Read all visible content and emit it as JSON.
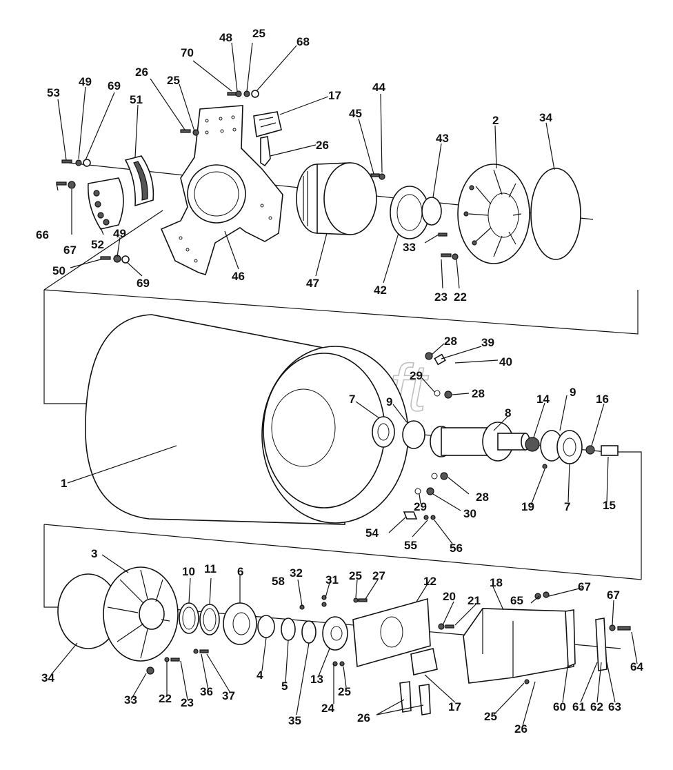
{
  "watermark": "AutoSoft",
  "callouts": [
    {
      "id": "c-48",
      "text": "48"
    },
    {
      "id": "c-25a",
      "text": "25"
    },
    {
      "id": "c-70",
      "text": "70"
    },
    {
      "id": "c-68",
      "text": "68"
    },
    {
      "id": "c-26a",
      "text": "26"
    },
    {
      "id": "c-25b",
      "text": "25"
    },
    {
      "id": "c-53",
      "text": "53"
    },
    {
      "id": "c-49a",
      "text": "49"
    },
    {
      "id": "c-69a",
      "text": "69"
    },
    {
      "id": "c-51",
      "text": "51"
    },
    {
      "id": "c-17a",
      "text": "17"
    },
    {
      "id": "c-26b",
      "text": "26"
    },
    {
      "id": "c-44",
      "text": "44"
    },
    {
      "id": "c-45",
      "text": "45"
    },
    {
      "id": "c-43",
      "text": "43"
    },
    {
      "id": "c-2",
      "text": "2"
    },
    {
      "id": "c-34a",
      "text": "34"
    },
    {
      "id": "c-66",
      "text": "66"
    },
    {
      "id": "c-67a",
      "text": "67"
    },
    {
      "id": "c-52",
      "text": "52"
    },
    {
      "id": "c-49b",
      "text": "49"
    },
    {
      "id": "c-50",
      "text": "50"
    },
    {
      "id": "c-69b",
      "text": "69"
    },
    {
      "id": "c-46",
      "text": "46"
    },
    {
      "id": "c-47",
      "text": "47"
    },
    {
      "id": "c-42",
      "text": "42"
    },
    {
      "id": "c-33a",
      "text": "33"
    },
    {
      "id": "c-23a",
      "text": "23"
    },
    {
      "id": "c-22a",
      "text": "22"
    },
    {
      "id": "c-28a",
      "text": "28"
    },
    {
      "id": "c-39",
      "text": "39"
    },
    {
      "id": "c-40",
      "text": "40"
    },
    {
      "id": "c-29a",
      "text": "29"
    },
    {
      "id": "c-28b",
      "text": "28"
    },
    {
      "id": "c-7a",
      "text": "7"
    },
    {
      "id": "c-9a",
      "text": "9"
    },
    {
      "id": "c-8",
      "text": "8"
    },
    {
      "id": "c-14",
      "text": "14"
    },
    {
      "id": "c-9b",
      "text": "9"
    },
    {
      "id": "c-16",
      "text": "16"
    },
    {
      "id": "c-1",
      "text": "1"
    },
    {
      "id": "c-28c",
      "text": "28"
    },
    {
      "id": "c-29b",
      "text": "29"
    },
    {
      "id": "c-30",
      "text": "30"
    },
    {
      "id": "c-19",
      "text": "19"
    },
    {
      "id": "c-7b",
      "text": "7"
    },
    {
      "id": "c-15",
      "text": "15"
    },
    {
      "id": "c-54",
      "text": "54"
    },
    {
      "id": "c-55",
      "text": "55"
    },
    {
      "id": "c-56",
      "text": "56"
    },
    {
      "id": "c-3",
      "text": "3"
    },
    {
      "id": "c-10",
      "text": "10"
    },
    {
      "id": "c-11",
      "text": "11"
    },
    {
      "id": "c-6",
      "text": "6"
    },
    {
      "id": "c-32",
      "text": "32"
    },
    {
      "id": "c-58",
      "text": "58"
    },
    {
      "id": "c-31",
      "text": "31"
    },
    {
      "id": "c-25c",
      "text": "25"
    },
    {
      "id": "c-27",
      "text": "27"
    },
    {
      "id": "c-12",
      "text": "12"
    },
    {
      "id": "c-18",
      "text": "18"
    },
    {
      "id": "c-20",
      "text": "20"
    },
    {
      "id": "c-21",
      "text": "21"
    },
    {
      "id": "c-65",
      "text": "65"
    },
    {
      "id": "c-67b",
      "text": "67"
    },
    {
      "id": "c-67c",
      "text": "67"
    },
    {
      "id": "c-34b",
      "text": "34"
    },
    {
      "id": "c-33b",
      "text": "33"
    },
    {
      "id": "c-22b",
      "text": "22"
    },
    {
      "id": "c-23b",
      "text": "23"
    },
    {
      "id": "c-36",
      "text": "36"
    },
    {
      "id": "c-37",
      "text": "37"
    },
    {
      "id": "c-4",
      "text": "4"
    },
    {
      "id": "c-5",
      "text": "5"
    },
    {
      "id": "c-35",
      "text": "35"
    },
    {
      "id": "c-13",
      "text": "13"
    },
    {
      "id": "c-24",
      "text": "24"
    },
    {
      "id": "c-25d",
      "text": "25"
    },
    {
      "id": "c-26c",
      "text": "26"
    },
    {
      "id": "c-17b",
      "text": "17"
    },
    {
      "id": "c-25e",
      "text": "25"
    },
    {
      "id": "c-26d",
      "text": "26"
    },
    {
      "id": "c-60",
      "text": "60"
    },
    {
      "id": "c-61",
      "text": "61"
    },
    {
      "id": "c-62",
      "text": "62"
    },
    {
      "id": "c-63",
      "text": "63"
    },
    {
      "id": "c-64",
      "text": "64"
    }
  ]
}
